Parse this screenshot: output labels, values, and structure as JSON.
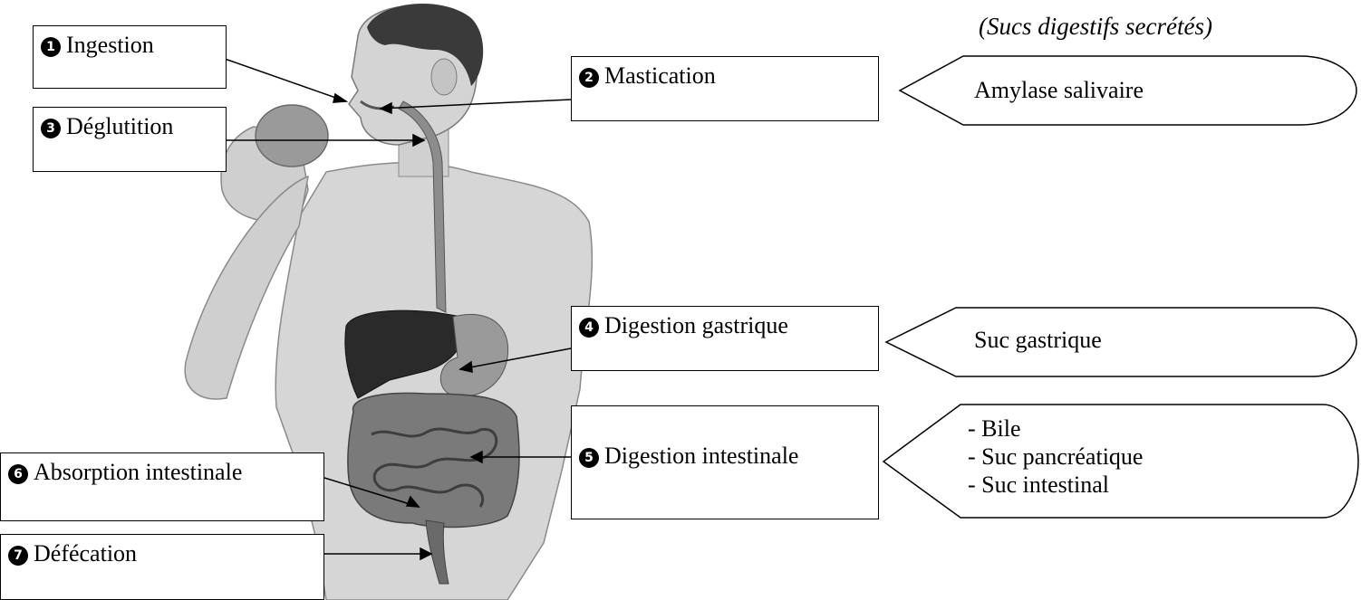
{
  "header": "(Sucs digestifs secrétés)",
  "steps": [
    {
      "num": "1",
      "label": "Ingestion"
    },
    {
      "num": "2",
      "label": "Mastication"
    },
    {
      "num": "3",
      "label": "Déglutition"
    },
    {
      "num": "4",
      "label": "Digestion gastrique"
    },
    {
      "num": "5",
      "label": "Digestion intestinale"
    },
    {
      "num": "6",
      "label": "Absorption intestinale"
    },
    {
      "num": "7",
      "label": "Défécation"
    }
  ],
  "juices": {
    "mastication": "Amylase salivaire",
    "gastric": "Suc gastrique",
    "intestinal": [
      "- Bile",
      "- Suc pancréatique",
      "- Suc intestinal"
    ]
  },
  "colors": {
    "outline": "#000000",
    "skin": "#d2d2d2",
    "liver": "#2a2a2a",
    "intestine": "#6e6e6e",
    "hair": "#3a3a3a"
  }
}
